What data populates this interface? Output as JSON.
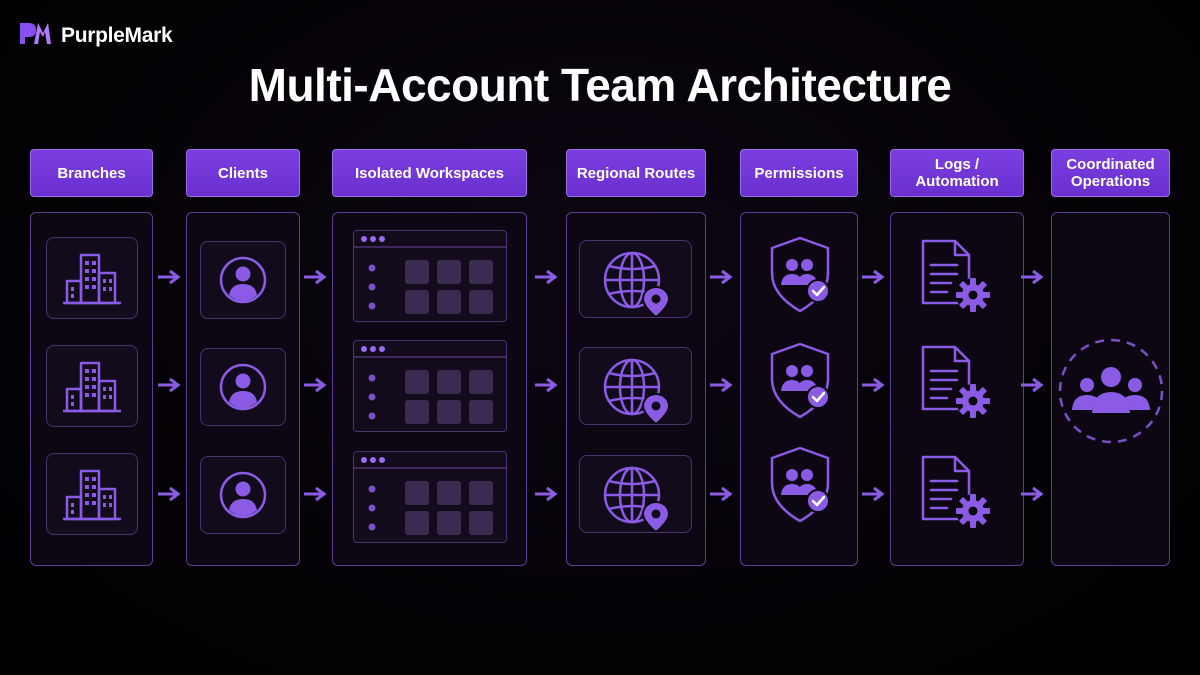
{
  "brand": {
    "name": "PurpleMark",
    "logo_icon": "pm-logo-icon"
  },
  "title": "Multi-Account Team Architecture",
  "colors": {
    "accent": "#7b3fe0",
    "icon": "#8c5be6",
    "border": "#5e3b96",
    "background": "#000000"
  },
  "columns": [
    {
      "label": "Branches",
      "icon": "building-icon"
    },
    {
      "label": "Clients",
      "icon": "user-avatar-icon"
    },
    {
      "label": "Isolated Workspaces",
      "icon": "workspace-window-icon"
    },
    {
      "label": "Regional Routes",
      "icon": "globe-location-icon"
    },
    {
      "label": "Permissions",
      "icon": "shield-users-check-icon"
    },
    {
      "label": "Logs / Automation",
      "icon": "document-gear-icon"
    },
    {
      "label": "Coordinated Operations",
      "icon": "team-group-icon"
    }
  ],
  "rows": 3
}
